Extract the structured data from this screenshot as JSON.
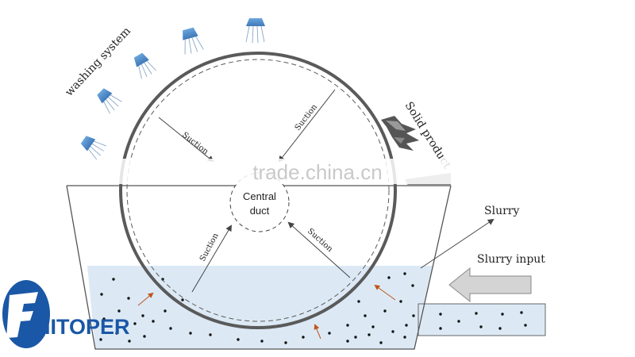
{
  "labels": {
    "washing_system": "washing system",
    "solid_product": "Solid product",
    "central_duct_line1": "Central",
    "central_duct_line2": "duct",
    "suction": "Suction",
    "slurry": "Slurry",
    "slurry_input": "Slurry input"
  },
  "watermark": "trade.china.cn",
  "logo_text": "HITOPER",
  "colors": {
    "slurry_fill": "#dce9f5",
    "nozzle": "#4b88c8",
    "drum": "#5a5a5a",
    "small_arrow": "#c0561c",
    "input_arrow": "#d4d4d4"
  },
  "icons": [
    "spray-nozzle-icon",
    "input-arrow-icon",
    "logo-icon"
  ]
}
